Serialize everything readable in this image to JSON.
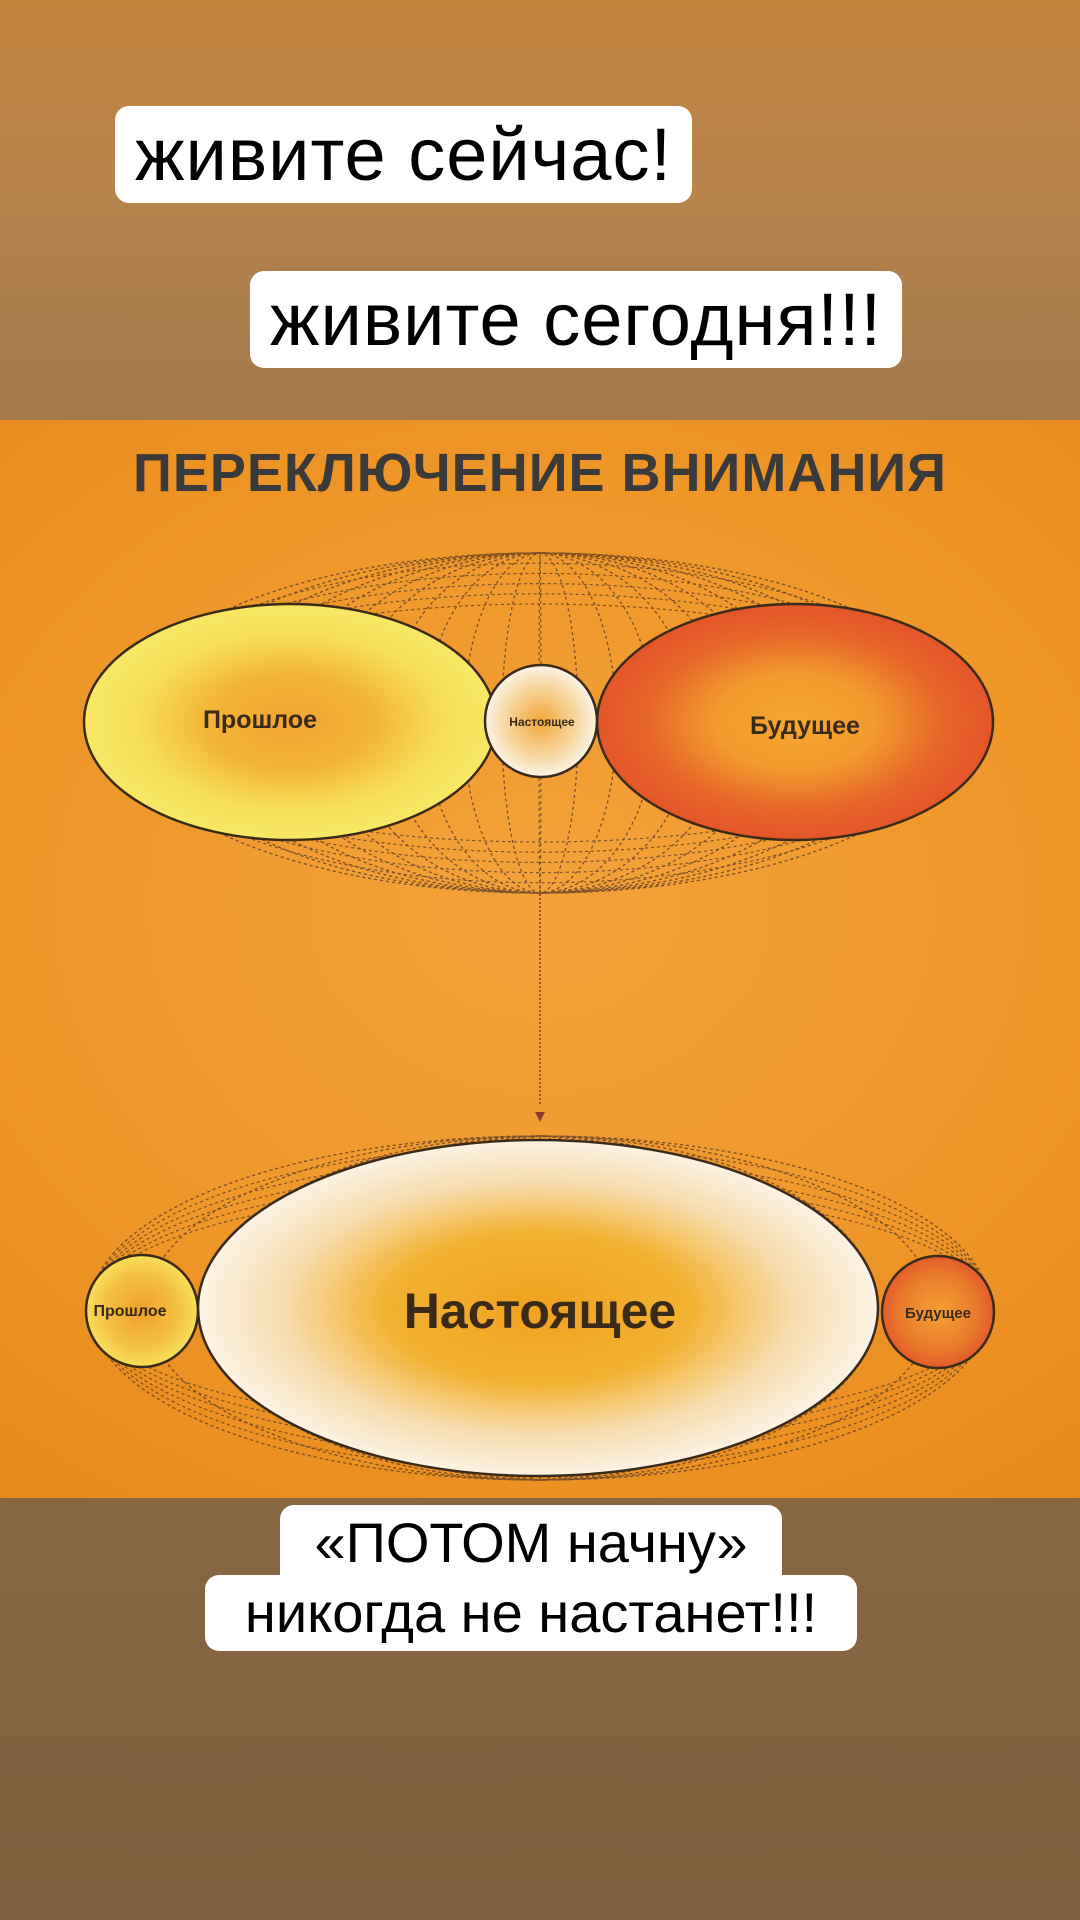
{
  "captions": {
    "top1": "живите сейчас!",
    "top2": "живите сегодня!!!",
    "bottom_line1": "«ПОТОМ начну»",
    "bottom_line2": "никогда не настанет!!!"
  },
  "diagram": {
    "title": "ПЕРЕКЛЮЧЕНИЕ ВНИМАНИЯ",
    "top": {
      "past": "Прошлое",
      "present": "Настоящее",
      "future": "Будущее"
    },
    "bottom": {
      "past": "Прошлое",
      "present": "Настоящее",
      "future": "Будущее"
    },
    "colors": {
      "background": "#ee9527",
      "past": "#f6e15a",
      "future": "#e85f1e",
      "present_edge": "#fbf2df",
      "outline": "#3a2a1a"
    }
  }
}
